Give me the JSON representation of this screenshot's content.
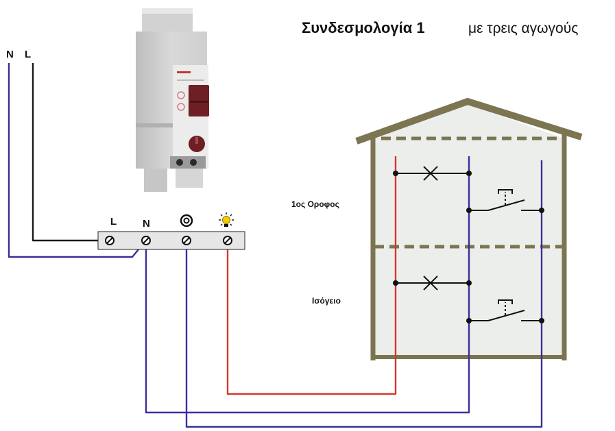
{
  "title": {
    "bold": "Συνδεσμολογία 1",
    "rest": "με τρεις  αγωγούς"
  },
  "supply": {
    "n_label": "N",
    "l_label": "L"
  },
  "terminal_block": {
    "l_label": "L",
    "n_label": "N",
    "icons": [
      "screw-terminal-icon",
      "target-icon",
      "lamp-icon"
    ]
  },
  "floors": [
    {
      "label": "1ος Οροφος",
      "lamp_icon": "lamp-cross-icon",
      "switch_icon": "pushbutton-icon"
    },
    {
      "label": "Ισόγειο",
      "lamp_icon": "lamp-cross-icon",
      "switch_icon": "pushbutton-icon"
    }
  ],
  "colors": {
    "neutral": "#3a2f98",
    "phase": "#1a1a1a",
    "lamp_wire": "#d8362b",
    "house": "#7b7552",
    "house_fill": "#eceeeb",
    "lamp_icon": "#f4cf00",
    "button_red": "#6e1f24"
  }
}
